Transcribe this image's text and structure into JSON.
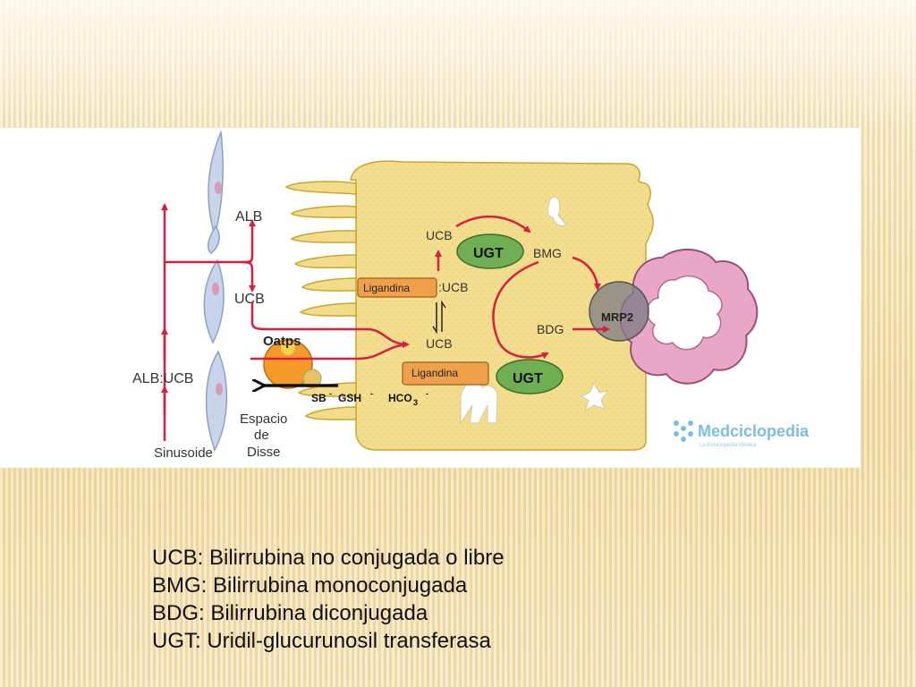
{
  "diagram": {
    "sinusoid_label": "Sinusoide",
    "space_label_line1": "Espacio",
    "space_label_line2": "de",
    "space_label_line3": "Disse",
    "alb_label": "ALB",
    "ucb_blood_label": "UCB",
    "albucb_label": "ALB:UCB",
    "oatps_label": "Oatps",
    "ucb_top_label": "UCB",
    "ucb_bound_label": ":UCB",
    "ucb_mid_label": "UCB",
    "ugt_top_label": "UGT",
    "ugt_bottom_label": "UGT",
    "bmg_label": "BMG",
    "bdg_label": "BDG",
    "mrp2_label": "MRP2",
    "ligandina_top_label": "Ligandina",
    "ligandina_bottom_label": "Ligandina",
    "sb_label": "SB",
    "gsh_label": "GSH",
    "hco3_label": "HCO",
    "hco3_subscript": "3",
    "ion_charge": "-",
    "watermark": "Medciclopedia",
    "watermark_sub": "La Enciclopedia Médica"
  },
  "legend": {
    "lines": [
      "UCB: Bilirrubina no conjugada o libre",
      "BMG: Bilirrubina monoconjugada",
      "BDG: Bilirrubina diconjugada",
      "UGT: Uridil-glucurunosil transferasa"
    ]
  },
  "colors": {
    "arrow_red": "#d81f3f",
    "cell_yellow": "#f2dc8a",
    "cell_border": "#c9a62c",
    "ugt_green": "#6fae52",
    "ligandina_orange": "#f0a04a",
    "canaliculus_pink": "#e9a7c8",
    "oatp_orange": "#f39a2a",
    "endothelial_blue": "#c7d4ea"
  }
}
